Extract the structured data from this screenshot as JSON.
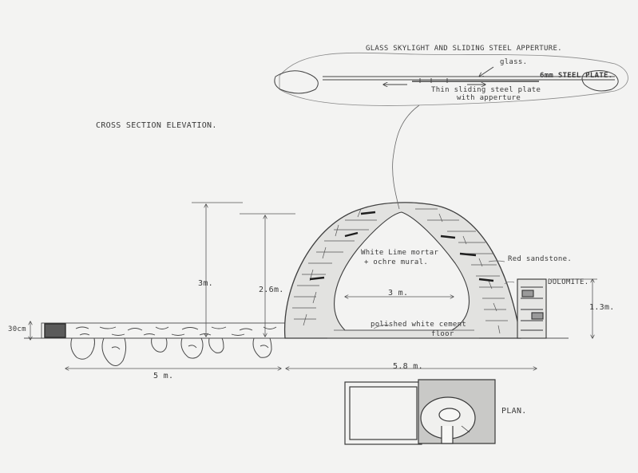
{
  "title": "CROSS SECTION ELEVATION.",
  "skylight": {
    "title": "GLASS SKYLIGHT AND SLIDING STEEL APPERTURE.",
    "glass_label": "glass.",
    "steel_plate_label": "6mm STEEL PLATE.",
    "sliding_plate_label": "Thin sliding steel plate",
    "sliding_plate_label_2": "with apperture"
  },
  "materials": {
    "interior": "White Lime mortar",
    "interior_2": "+ ochre mural.",
    "stone": "Red sandstone.",
    "dolomite": "DOLOMITE.",
    "floor": "polished white cement",
    "floor_2": "floor"
  },
  "dimensions": {
    "slab_thickness": "30cm",
    "total_height": "3m.",
    "inner_height": "2.6m.",
    "inner_width": "3 m.",
    "wall_height": "1.3m.",
    "approach_length": "5 m.",
    "structure_length": "5.8 m."
  },
  "plan_label": "PLAN."
}
